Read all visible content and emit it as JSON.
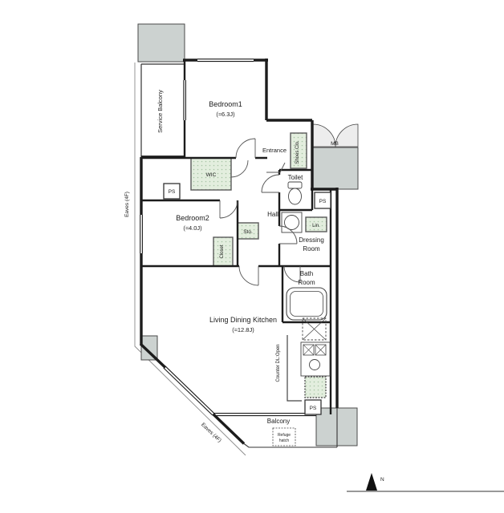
{
  "colors": {
    "structure_gray": "#ccd2d0",
    "storage_green": "#e3eede",
    "storage_dot": "#a8c4a6",
    "wall": "#1c1c1c"
  },
  "labels": {
    "service_balcony": "Service Balcony",
    "bedroom1_name": "Bedroom1",
    "bedroom1_size": "(≈6.3J)",
    "wic": "WIC",
    "ps_left": "PS",
    "entrance": "Entrance",
    "shoes_closet": "Shoes Clo.",
    "mb": "MB",
    "toilet": "Toilet",
    "ps_right": "PS",
    "hall": "Hall",
    "bedroom2_name": "Bedroom2",
    "bedroom2_size": "(≈4.0J)",
    "storage": "Sto.",
    "closet": "Closet",
    "linen": "Lin.",
    "dressing_line1": "Dressing",
    "dressing_line2": "Room",
    "bath_line1": "Bath",
    "bath_line2": "Room",
    "ldk_name": "Living Dining Kitchen",
    "ldk_size": "(≈12.8J)",
    "counter": "Counter DL:Open",
    "balcony": "Balcony",
    "ps_bottom": "PS",
    "eaves_left": "Eaves (4F)",
    "eaves_bottom": "Eaves (4F)",
    "refuge_line1": "Refuge",
    "refuge_line2": "hatch",
    "north": "N"
  }
}
